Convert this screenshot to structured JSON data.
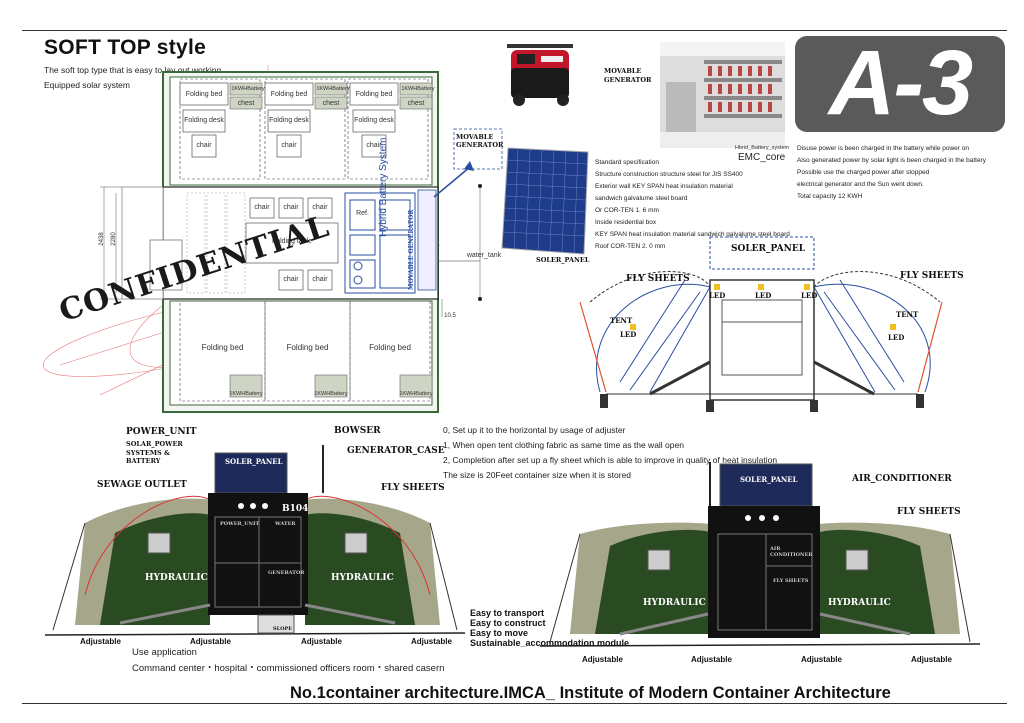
{
  "header": {
    "title": "SOFT TOP style",
    "subtitle_1": "The soft top type that is easy to lay out working",
    "subtitle_2": "Equipped solar system",
    "badge": "A-3"
  },
  "plan": {
    "folding_bed": "Folding bed",
    "folding_desk": "Folding desk",
    "chair": "chair",
    "battery": "1KWHBattery",
    "chest": "chest",
    "folding_table": "Folding table",
    "ref": "Ref.",
    "hybrid_battery": "Hybrid Battery System",
    "movable_generator_vert": "MOVABLE GENERATOR",
    "water_tank": "water_tank",
    "confidential": "CONFIDENTIAL",
    "dim_2438": "2438",
    "dim_2280": "2280",
    "dim_10_5": "10.5"
  },
  "equipment": {
    "movable_generator_photo": "MOVABLE GENERATOR",
    "movable_generator_box": "MOVABLE GENERATOR",
    "hybrid_battery_system": "Hbrid_Battery_system",
    "emc_core": "EMC_core",
    "solar_panel": "SOLER_PANEL"
  },
  "specs": [
    "Standard specification",
    "Structure construction  structure steel for JIS SS400",
    "Exterior wall  KEY   SPAN heat insulation material",
    "sandwich galvalume steel board",
    "Or COR-TEN 1.  6 mm",
    "Inside residential box",
    "KEY   SPAN heat insulation material sandwich galvalume steel board",
    "Roof  COR-TEN 2.  0 mm"
  ],
  "battery_notes": [
    "Disuse power is been charged in the battery while power on",
    "Also generated power by solar light is been charged in the battery",
    "Possible use the charged power after stopped",
    "electrical generator and the Sun went down.",
    "Total capacity 12 KWH"
  ],
  "section": {
    "soler_panel": "SOLER_PANEL",
    "fly_sheets": "FLY SHEETS",
    "led": "LED",
    "tent": "TENT"
  },
  "steps": [
    "0, Set up it to the horizontal by usage of adjuster",
    "1, When open tent clothing fabric as same time as the wall open",
    "2, Completion after set up a fly sheet which is able to improve in quality of heat insulation",
    "The size is 20Feet container size when it is stored"
  ],
  "left_elevation": {
    "power_unit": "POWER_UNIT",
    "solar_power": "SOLAR_POWER",
    "systems_battery": "SYSTEMS & BATTERY",
    "bowser": "BOWSER",
    "generator_case": "GENERATOR_CASE",
    "sewage_outlet": "SEWAGE OUTLET",
    "fly_sheets": "FLY SHEETS",
    "soler_panel": "SOLER_PANEL",
    "unit_no": "B104",
    "hydraulic": "HYDRAULIC",
    "adjustable": "Adjustable",
    "slope": "SLOPE",
    "door_power_unit": "POWER_UNIT",
    "door_water": "WATER",
    "door_generator": "GENERATOR"
  },
  "right_elevation": {
    "soler_panel": "SOLER_PANEL",
    "air_conditioner": "AIR_CONDITIONER",
    "fly_sheets": "FLY SHEETS",
    "hydraulic": "HYDRAULIC",
    "adjustable": "Adjustable",
    "door_air": "AIR CONDITIONER",
    "door_fly": "FLY SHEETS"
  },
  "features": [
    "Easy to transport",
    "Easy to construct",
    "Easy to move",
    "Sustainable_accommodation module"
  ],
  "use": {
    "heading": "Use application",
    "items": "Command center・hospital・commissioned officers room・shared casern"
  },
  "footer": {
    "bold": "No.1container architecture.IMCA_",
    "rest": " Institute of Modern Container Architecture"
  },
  "colors": {
    "tent_green": "#2a4a22",
    "tent_khaki": "#a6a68a",
    "panel_navy": "#1e2a5a",
    "badge_gray": "#5a5a5a",
    "container_black": "#111111",
    "plan_green": "#3a6a3a"
  }
}
